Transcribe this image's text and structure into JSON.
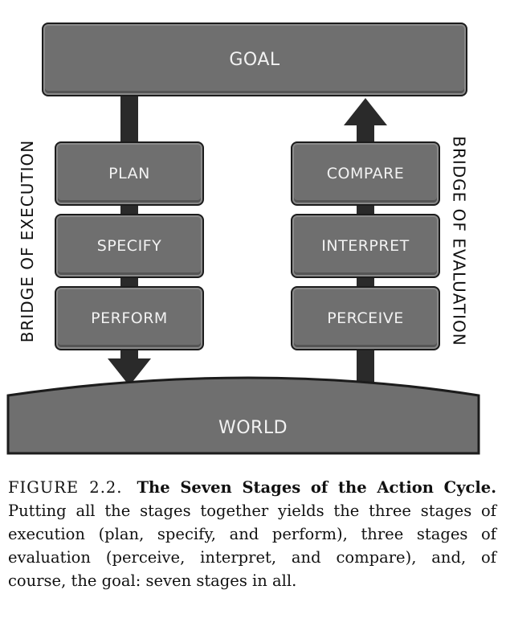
{
  "diagram": {
    "goal": "GOAL",
    "execution_stages": [
      "PLAN",
      "SPECIFY",
      "PERFORM"
    ],
    "evaluation_stages": [
      "COMPARE",
      "INTERPRET",
      "PERCEIVE"
    ],
    "bridge_execution": "BRIDGE OF EXECUTION",
    "bridge_evaluation": "BRIDGE OF EVALUATION",
    "world": "WORLD"
  },
  "caption": {
    "label": "FIGURE 2.2.",
    "title": "The Seven Stages of the Action Cycle.",
    "body": "Putting all the stages together yields the three stages of execution (plan, specify, and perform), three stages of evaluation (perceive, interpret, and compare), and, of course, the goal: seven stages in all."
  }
}
